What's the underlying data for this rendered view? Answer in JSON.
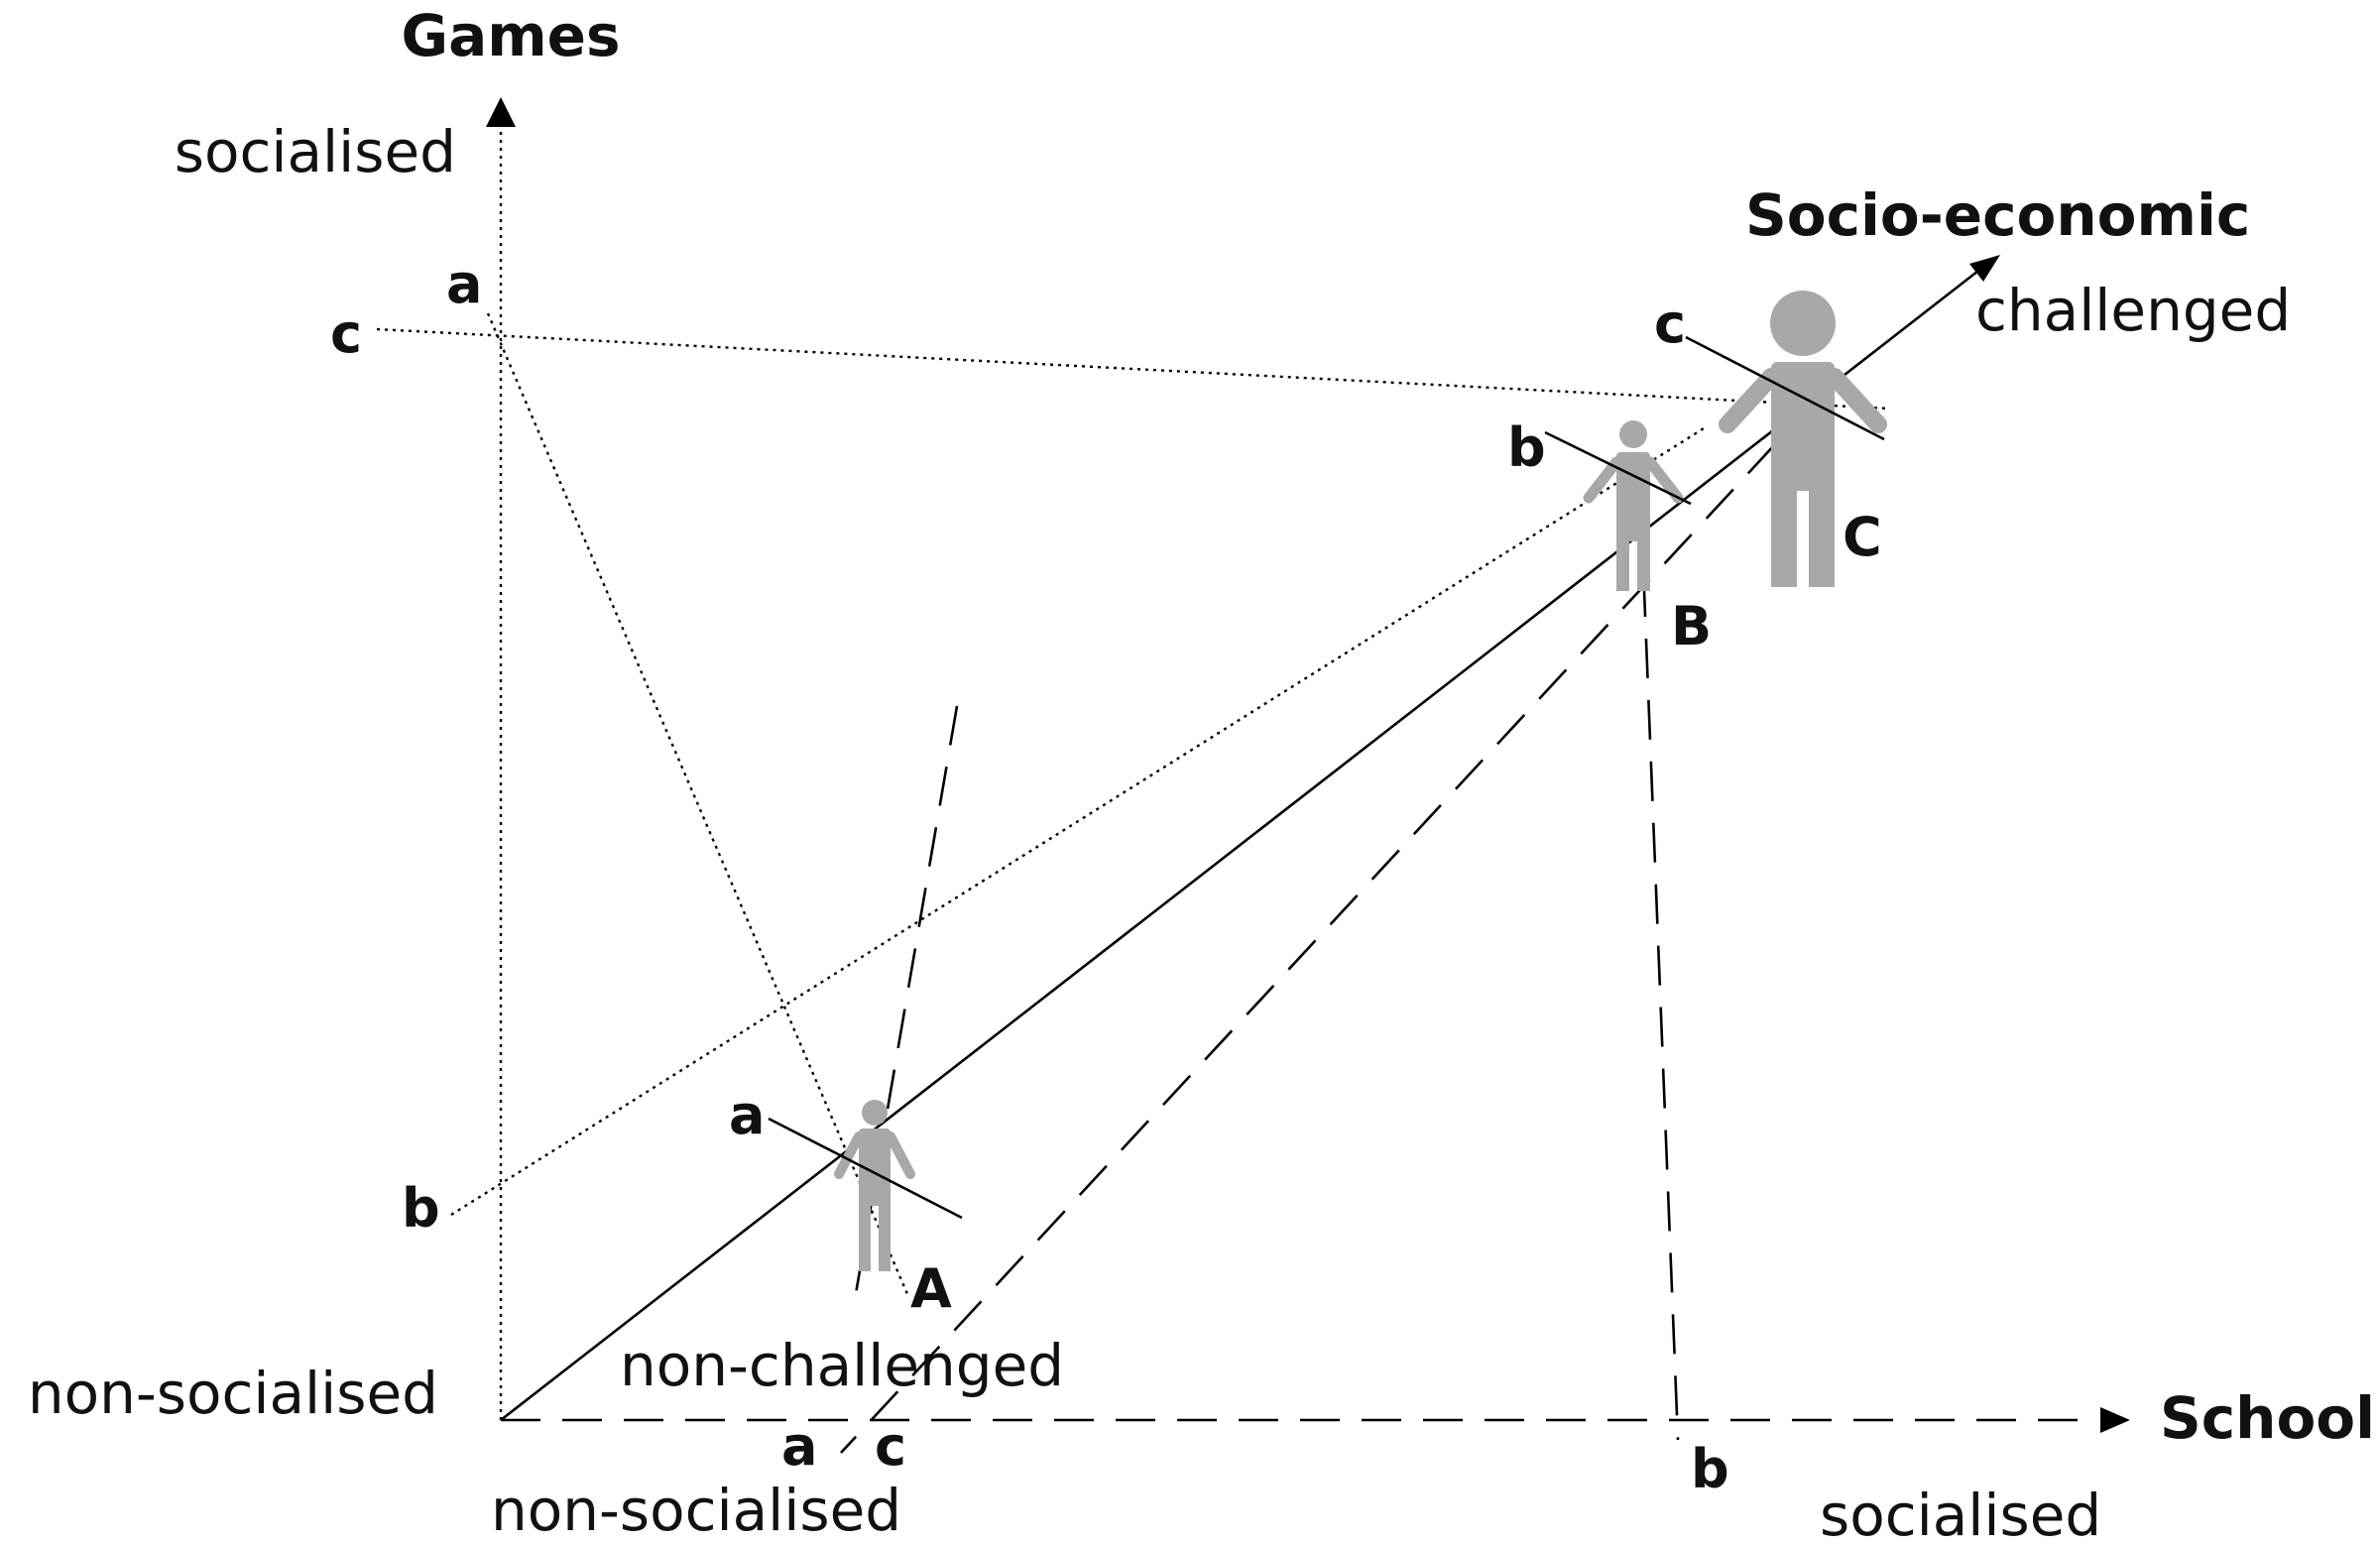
{
  "axes": {
    "games": {
      "title": "Games",
      "top_label": "socialised",
      "bottom_label": "non-socialised"
    },
    "school": {
      "title": "School",
      "start_label": "non-socialised",
      "end_label": "socialised"
    },
    "socio_economic": {
      "title": "Socio-economic",
      "start_label": "non-challenged",
      "end_label": "challenged"
    }
  },
  "persons": {
    "A": {
      "label": "A",
      "ticks": [
        "a"
      ]
    },
    "B": {
      "label": "B",
      "ticks": [
        "b"
      ]
    },
    "C": {
      "label": "C",
      "ticks": [
        "c"
      ]
    }
  },
  "projection_labels": {
    "games_axis": [
      "a",
      "c",
      "b"
    ],
    "school_axis": [
      "a",
      "c",
      "b"
    ]
  },
  "colors": {
    "lines": "#000000",
    "figures": "#a8a8a8",
    "text": "#111111"
  }
}
